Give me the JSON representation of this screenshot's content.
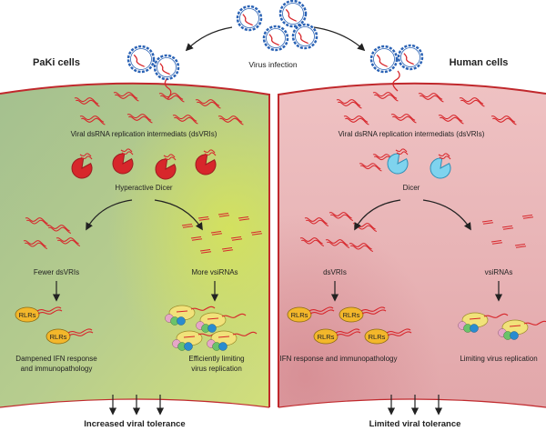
{
  "header": {
    "virus_infection": "Virus infection"
  },
  "left": {
    "title": "PaKi cells",
    "dsrna_label": "Viral dsRNA replication intermediats (dsVRIs)",
    "dicer_label": "Hyperactive Dicer",
    "branch_left": "Fewer dsVRIs",
    "branch_right": "More vsiRNAs",
    "rlr_label": "RLRs",
    "outcome_left_1": "Dampened IFN response",
    "outcome_left_2": "and immunopathology",
    "outcome_right_1": "Efficiently limiting",
    "outcome_right_2": "virus replication",
    "result": "Increased viral tolerance"
  },
  "right": {
    "title": "Human cells",
    "dsrna_label": "Viral dsRNA replication intermediats (dsVRIs)",
    "dicer_label": "Dicer",
    "branch_left": "dsVRIs",
    "branch_right": "vsiRNAs",
    "rlr_label": "RLRs",
    "outcome_left": "IFN response and immunopathology",
    "outcome_right": "Limiting virus replication",
    "result": "Limited viral tolerance"
  },
  "colors": {
    "left_cell_top": "#9fc08a",
    "left_cell_bottom": "#c9d98c",
    "right_cell": "#eab7b9",
    "membrane": "#c0282c",
    "rna": "#d7262b",
    "dicer_hyper": "#d7262b",
    "dicer_normal": "#7fd3ee",
    "virus_capsid": "#2b63b5",
    "rlr": "#f3b72b"
  }
}
